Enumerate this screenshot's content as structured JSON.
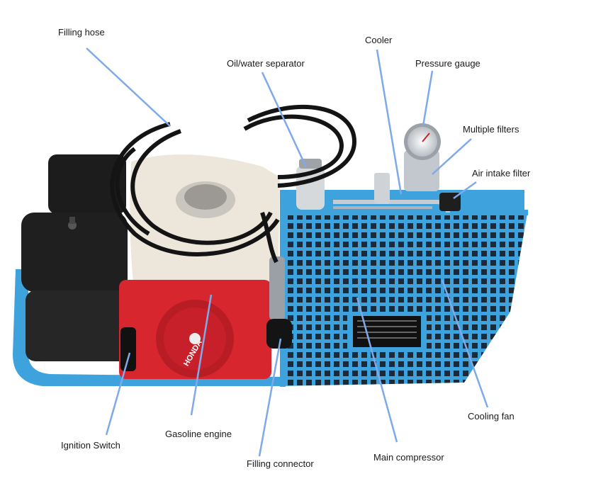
{
  "labels": {
    "filling_hose": "Filling hose",
    "oil_water_separator": "Oil/water separator",
    "cooler": "Cooler",
    "pressure_gauge": "Pressure gauge",
    "multiple_filters": "Multiple filters",
    "air_intake_filter": "Air intake filter",
    "cooling_fan": "Cooling fan",
    "main_compressor": "Main compressor",
    "filling_connector": "Filling connector",
    "gasoline_engine": "Gasoline engine",
    "ignition_switch": "Ignition Switch"
  },
  "nameplate_brand": "HONDA",
  "colors": {
    "leader_line": "#7ea9ea",
    "frame_blue": "#3ea3dc",
    "engine_red": "#d8262e",
    "tank_cream": "#ece7da",
    "engine_black": "#1c1c1c",
    "hose_black": "#141414"
  }
}
